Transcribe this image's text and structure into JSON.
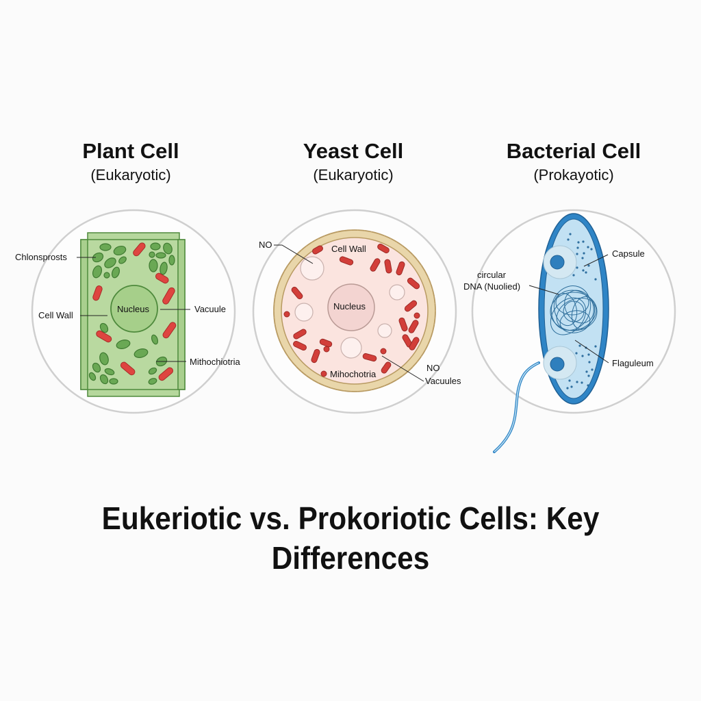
{
  "panels": [
    {
      "title": "Plant Cell",
      "subtitle": "(Eukaryotic)",
      "labels": {
        "chloroplasts": "Chlonsprosts",
        "cell_wall": "Cell Wall",
        "nucleus": "Nucleus",
        "vacuole": "Vacuule",
        "mitochondria": "Mithochiotria"
      },
      "colors": {
        "fill": "#b9d9a0",
        "stroke": "#4e8a3c",
        "organelle": "#5f9e4a",
        "mito": "#d8413a"
      }
    },
    {
      "title": "Yeast Cell",
      "subtitle": "(Eukaryotic)",
      "labels": {
        "no_top": "NO",
        "cell_wall": "Cell Wall",
        "nucleus": "Nucleus",
        "mitochondria": "Mihochotria",
        "no_bottom": "NO",
        "vacuoles": "Vacuules"
      },
      "colors": {
        "wall": "#e6d2a6",
        "interior": "#fbe3df",
        "mito": "#cf3b36"
      }
    },
    {
      "title": "Bacterial Cell",
      "subtitle": "(Prokayotic)",
      "labels": {
        "dna_line1": "circular",
        "dna_line2": "DNA (Nuolied)",
        "capsule": "Capsule",
        "flagellum": "Flaguleum"
      },
      "colors": {
        "wall": "#2f85c6",
        "interior": "#bfe0f2",
        "dna": "#2d6d9a"
      }
    }
  ],
  "main_title": {
    "line1": "Eukeriotic vs. Prokoriotic Cells: Key",
    "line2": "Differences"
  }
}
